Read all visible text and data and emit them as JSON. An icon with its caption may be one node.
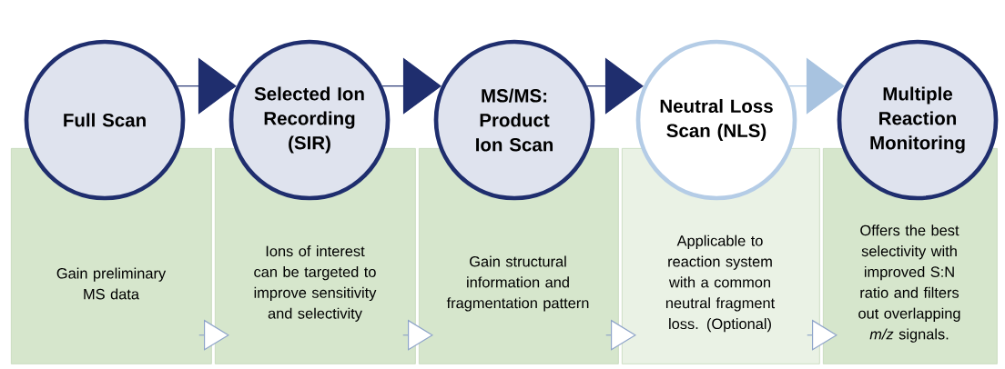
{
  "diagram": {
    "nodes": [
      {
        "text": [
          "Full Scan"
        ]
      },
      {
        "text": [
          "Gain preliminary MS data"
        ]
      },
      {
        "text": [
          "Selected Ion Recording (SIR)"
        ]
      },
      {
        "text": [
          "Ions of interest can be targeted to improve sensitivity and selectivity"
        ]
      },
      {
        "text": [
          "MS/MS: Product Ion Scan"
        ]
      },
      {
        "text": [
          "Gain structural information and fragmentation pattern"
        ]
      },
      {
        "text": [
          "Neutral Loss Scan (NLS)"
        ]
      },
      {
        "text": [
          "Applicable to reaction system with a common neutral fragment loss. (Optional)"
        ]
      },
      {
        "text": [
          "Multiple Reaction Monitoring"
        ]
      },
      {
        "text": [
          "Offers the best selectivity with improved S:N ratio and filters out overlapping *m/z* signals."
        ]
      }
    ],
    "edges": [
      {
        "from": 0,
        "to": 2,
        "arrow": "to",
        "color": "#1f2e6e"
      },
      {
        "from": 2,
        "to": 4,
        "arrow": "to",
        "color": "#1f2e6e"
      },
      {
        "from": 4,
        "to": 6,
        "arrow": "to",
        "color": "#1f2e6e"
      },
      {
        "from": 6,
        "to": 8,
        "arrow": "to",
        "color": "#a8c3e0"
      },
      {
        "from": 1,
        "to": 3,
        "arrow": "to",
        "color": "#8ea4c9"
      },
      {
        "from": 3,
        "to": 5,
        "arrow": "to",
        "color": "#8ea4c9"
      },
      {
        "from": 5,
        "to": 7,
        "arrow": "to",
        "color": "#8ea4c9"
      },
      {
        "from": 7,
        "to": 9,
        "arrow": "to",
        "color": "#8ea4c9"
      }
    ]
  }
}
